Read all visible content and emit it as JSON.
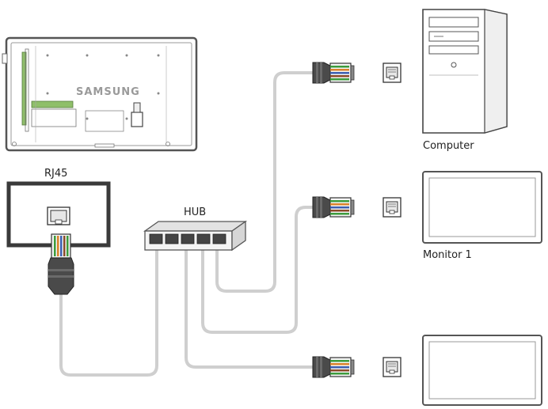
{
  "diagram": {
    "brand_text": "SAMSUNG",
    "labels": {
      "rj45": "RJ45",
      "hub": "HUB",
      "computer": "Computer",
      "monitor1": "Monitor 1"
    },
    "colors": {
      "cable": "#cfcfcf",
      "frame_dark": "#3a3a3a",
      "device_outline": "#555555",
      "pcb_green": "#8fbf6a",
      "wire_green": "#3c9b3c",
      "wire_orange": "#d9822b",
      "wire_brown": "#8a4b2a",
      "wire_blue": "#3d5fb0"
    }
  }
}
